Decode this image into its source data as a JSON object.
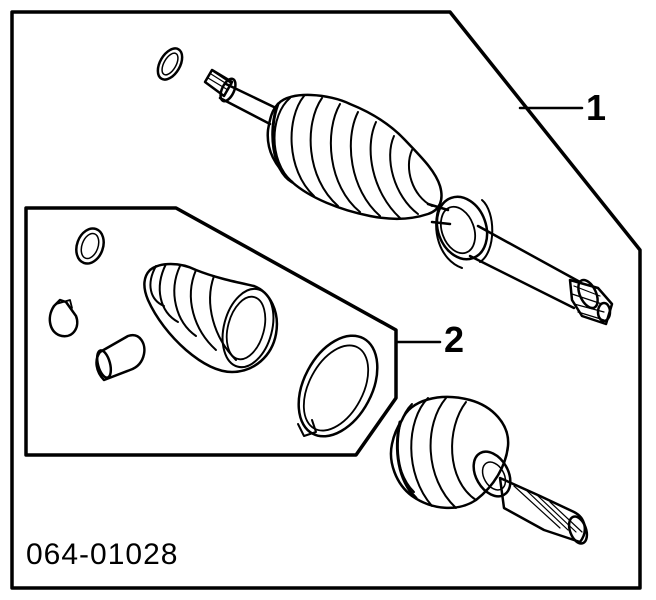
{
  "diagram": {
    "code": "064-01028",
    "callouts": [
      {
        "id": "1",
        "label": "1"
      },
      {
        "id": "2",
        "label": "2"
      }
    ]
  },
  "colors": {
    "line": "#000000",
    "background": "#ffffff"
  }
}
